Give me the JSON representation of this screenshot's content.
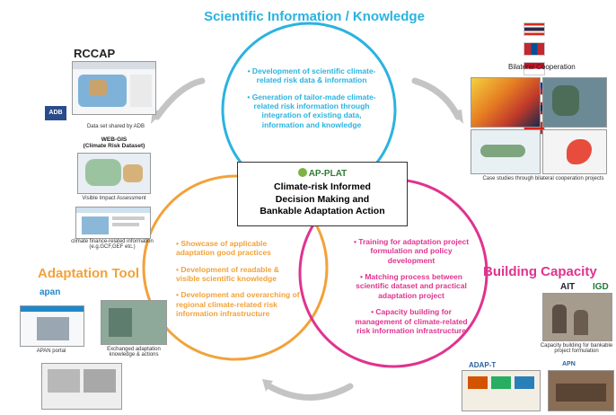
{
  "colors": {
    "sci": "#2ab3e0",
    "adapt": "#f2a23a",
    "build": "#e0338f",
    "arrow": "#c4c4c4",
    "center_border": "#333333"
  },
  "science": {
    "title": "Scientific Information / Knowledge",
    "bullets": [
      "• Development of scientific climate-related risk data & information",
      "• Generation of tailor-made climate-related risk information through integration of existing data, information and knowledge"
    ]
  },
  "center": {
    "logo": "AP-PLAT",
    "lines": [
      "Climate-risk Informed",
      "Decision Making and",
      "Bankable Adaptation Action"
    ]
  },
  "adaptation": {
    "title": "Adaptation Tool",
    "bullets": [
      "• Showcase of applicable adaptation good practices",
      "• Development of readable & visible scientific knowledge",
      "• Development and overarching of regional climate-related risk information infrastructure"
    ]
  },
  "building": {
    "title": "Building Capacity",
    "bullets": [
      "• Training for adaptation project formulation and policy development",
      "• Matching process between scientific dataset and practical adaptation project",
      "• Capacity building for management of climate-related risk information infrastructure"
    ]
  },
  "left_panel": {
    "rccap_title": "RCCAP",
    "adb_logo": "ADB",
    "rccap_caption": "Data set shared by ADB",
    "webgis_title": "WEB-GIS",
    "webgis_sub": "(Climate Risk Dataset)",
    "visual_caption": "Visible Impact Assessment",
    "finance_caption": "climate finance-related information (e.g.GCF,GEF etc.)",
    "apan_logo": "apan",
    "apan_caption": "APAN portal",
    "exchange_caption": "Exchanged adaptation knowledge & actions"
  },
  "right_panel": {
    "bilateral_title": "Bilateral Cooperation",
    "case_caption": "Case studies through bilateral cooperation projects",
    "ait_logo": "AIT",
    "igd_logo": "IGD",
    "capacity_caption": "Capacity building for bankable project formulation",
    "adapt_t": "ADAP-T",
    "apn": "APN"
  }
}
